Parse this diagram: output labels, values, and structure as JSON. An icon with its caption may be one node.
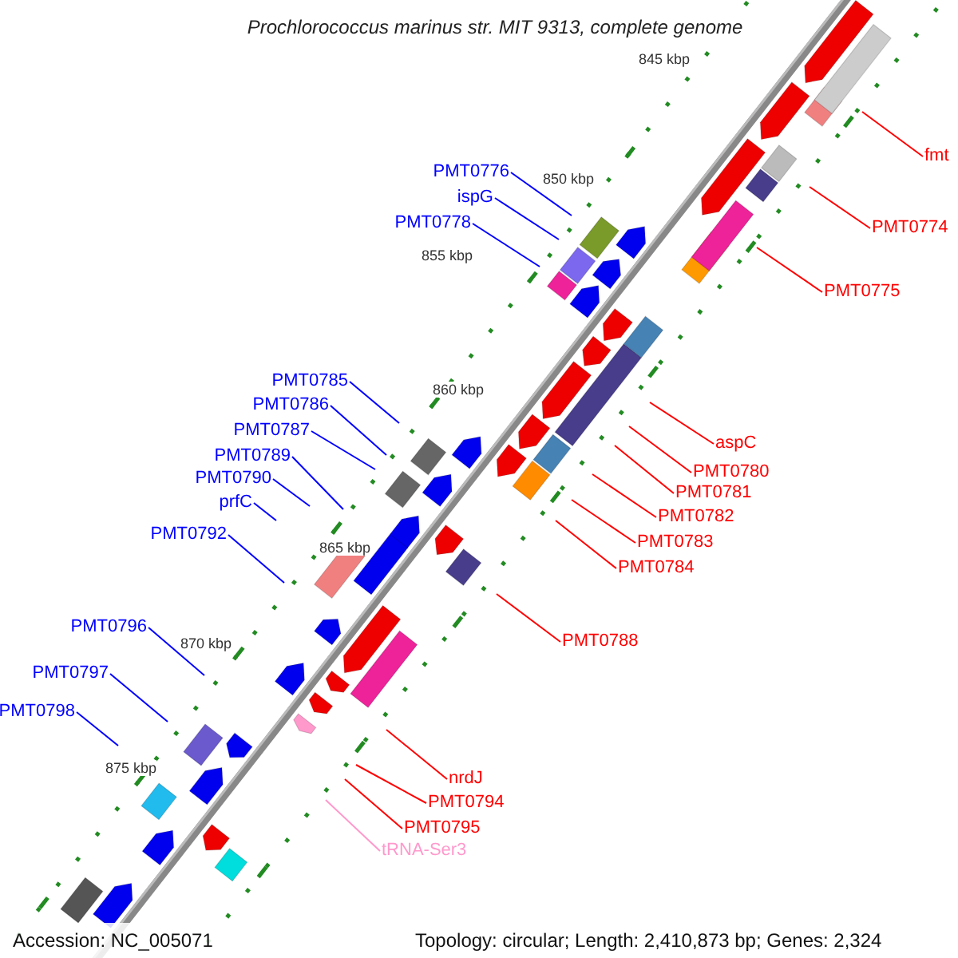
{
  "diagram": {
    "title": "Prochlorococcus marinus str. MIT 9313, complete genome",
    "nodes": [
      {
        "text": [
          "fmt"
        ]
      },
      {
        "text": [
          "PMT0776"
        ]
      },
      {
        "text": [
          "ispG"
        ]
      },
      {
        "text": [
          "PMT0778"
        ]
      },
      {
        "text": [
          "PMT0774"
        ]
      },
      {
        "text": [
          "PMT0775"
        ]
      },
      {
        "text": [
          "PMT0785"
        ]
      },
      {
        "text": [
          "PMT0786"
        ]
      },
      {
        "text": [
          "PMT0787"
        ]
      },
      {
        "text": [
          "aspC"
        ]
      },
      {
        "text": [
          "PMT0789"
        ]
      },
      {
        "text": [
          "PMT0780"
        ]
      },
      {
        "text": [
          "PMT0790"
        ]
      },
      {
        "text": [
          "PMT0781"
        ]
      },
      {
        "text": [
          "prfC"
        ]
      },
      {
        "text": [
          "PMT0782"
        ]
      },
      {
        "text": [
          "PMT0792"
        ]
      },
      {
        "text": [
          "PMT0783"
        ]
      },
      {
        "text": [
          "PMT0784"
        ]
      },
      {
        "text": [
          "PMT0796"
        ]
      },
      {
        "text": [
          "PMT0788"
        ]
      },
      {
        "text": [
          "PMT0797"
        ]
      },
      {
        "text": [
          "PMT0798"
        ]
      },
      {
        "text": [
          "nrdJ"
        ]
      },
      {
        "text": [
          "PMT0794"
        ]
      },
      {
        "text": [
          "PMT0795"
        ]
      },
      {
        "text": [
          "tRNA-Ser3"
        ]
      }
    ],
    "edges": [
      {
        "from": 0,
        "to": null,
        "arrow": "none"
      },
      {
        "from": 1,
        "to": null,
        "arrow": "none",
        "color": "#0000ff"
      },
      {
        "from": 2,
        "to": null,
        "arrow": "none",
        "color": "#0000ff"
      },
      {
        "from": 3,
        "to": null,
        "arrow": "none",
        "color": "#0000ff"
      },
      {
        "from": 4,
        "to": null,
        "arrow": "none"
      },
      {
        "from": 5,
        "to": null,
        "arrow": "none"
      },
      {
        "from": 6,
        "to": null,
        "arrow": "none",
        "color": "#0000ff"
      },
      {
        "from": 7,
        "to": null,
        "arrow": "none",
        "color": "#0000ff"
      },
      {
        "from": 8,
        "to": null,
        "arrow": "none",
        "color": "#0000ff"
      },
      {
        "from": 9,
        "to": null,
        "arrow": "none"
      },
      {
        "from": 10,
        "to": null,
        "arrow": "none",
        "color": "#0000ff"
      },
      {
        "from": 11,
        "to": null,
        "arrow": "none"
      },
      {
        "from": 12,
        "to": null,
        "arrow": "none",
        "color": "#0000ff"
      },
      {
        "from": 13,
        "to": null,
        "arrow": "none"
      },
      {
        "from": 14,
        "to": null,
        "arrow": "none",
        "color": "#0000ff"
      },
      {
        "from": 15,
        "to": null,
        "arrow": "none"
      },
      {
        "from": 16,
        "to": null,
        "arrow": "none",
        "color": "#0000ff"
      },
      {
        "from": 17,
        "to": null,
        "arrow": "none"
      },
      {
        "from": 18,
        "to": null,
        "arrow": "none"
      },
      {
        "from": 19,
        "to": null,
        "arrow": "none",
        "color": "#0000ff"
      },
      {
        "from": 20,
        "to": null,
        "arrow": "none"
      },
      {
        "from": 21,
        "to": null,
        "arrow": "none",
        "color": "#0000ff"
      },
      {
        "from": 22,
        "to": null,
        "arrow": "none",
        "color": "#0000ff"
      },
      {
        "from": 23,
        "to": null,
        "arrow": "none"
      },
      {
        "from": 24,
        "to": null,
        "arrow": "none"
      },
      {
        "from": 25,
        "to": null,
        "arrow": "none"
      },
      {
        "from": 26,
        "to": null,
        "arrow": "none",
        "color": "#ff99cc"
      }
    ],
    "labels": [
      "845 kbp",
      "850 kbp",
      "855 kbp",
      "860 kbp",
      "865 kbp",
      "870 kbp",
      "875 kbp",
      "Accession: NC_005071",
      "Topology: circular; Length: 2,410,873 bp; Genes: 2,324"
    ]
  }
}
